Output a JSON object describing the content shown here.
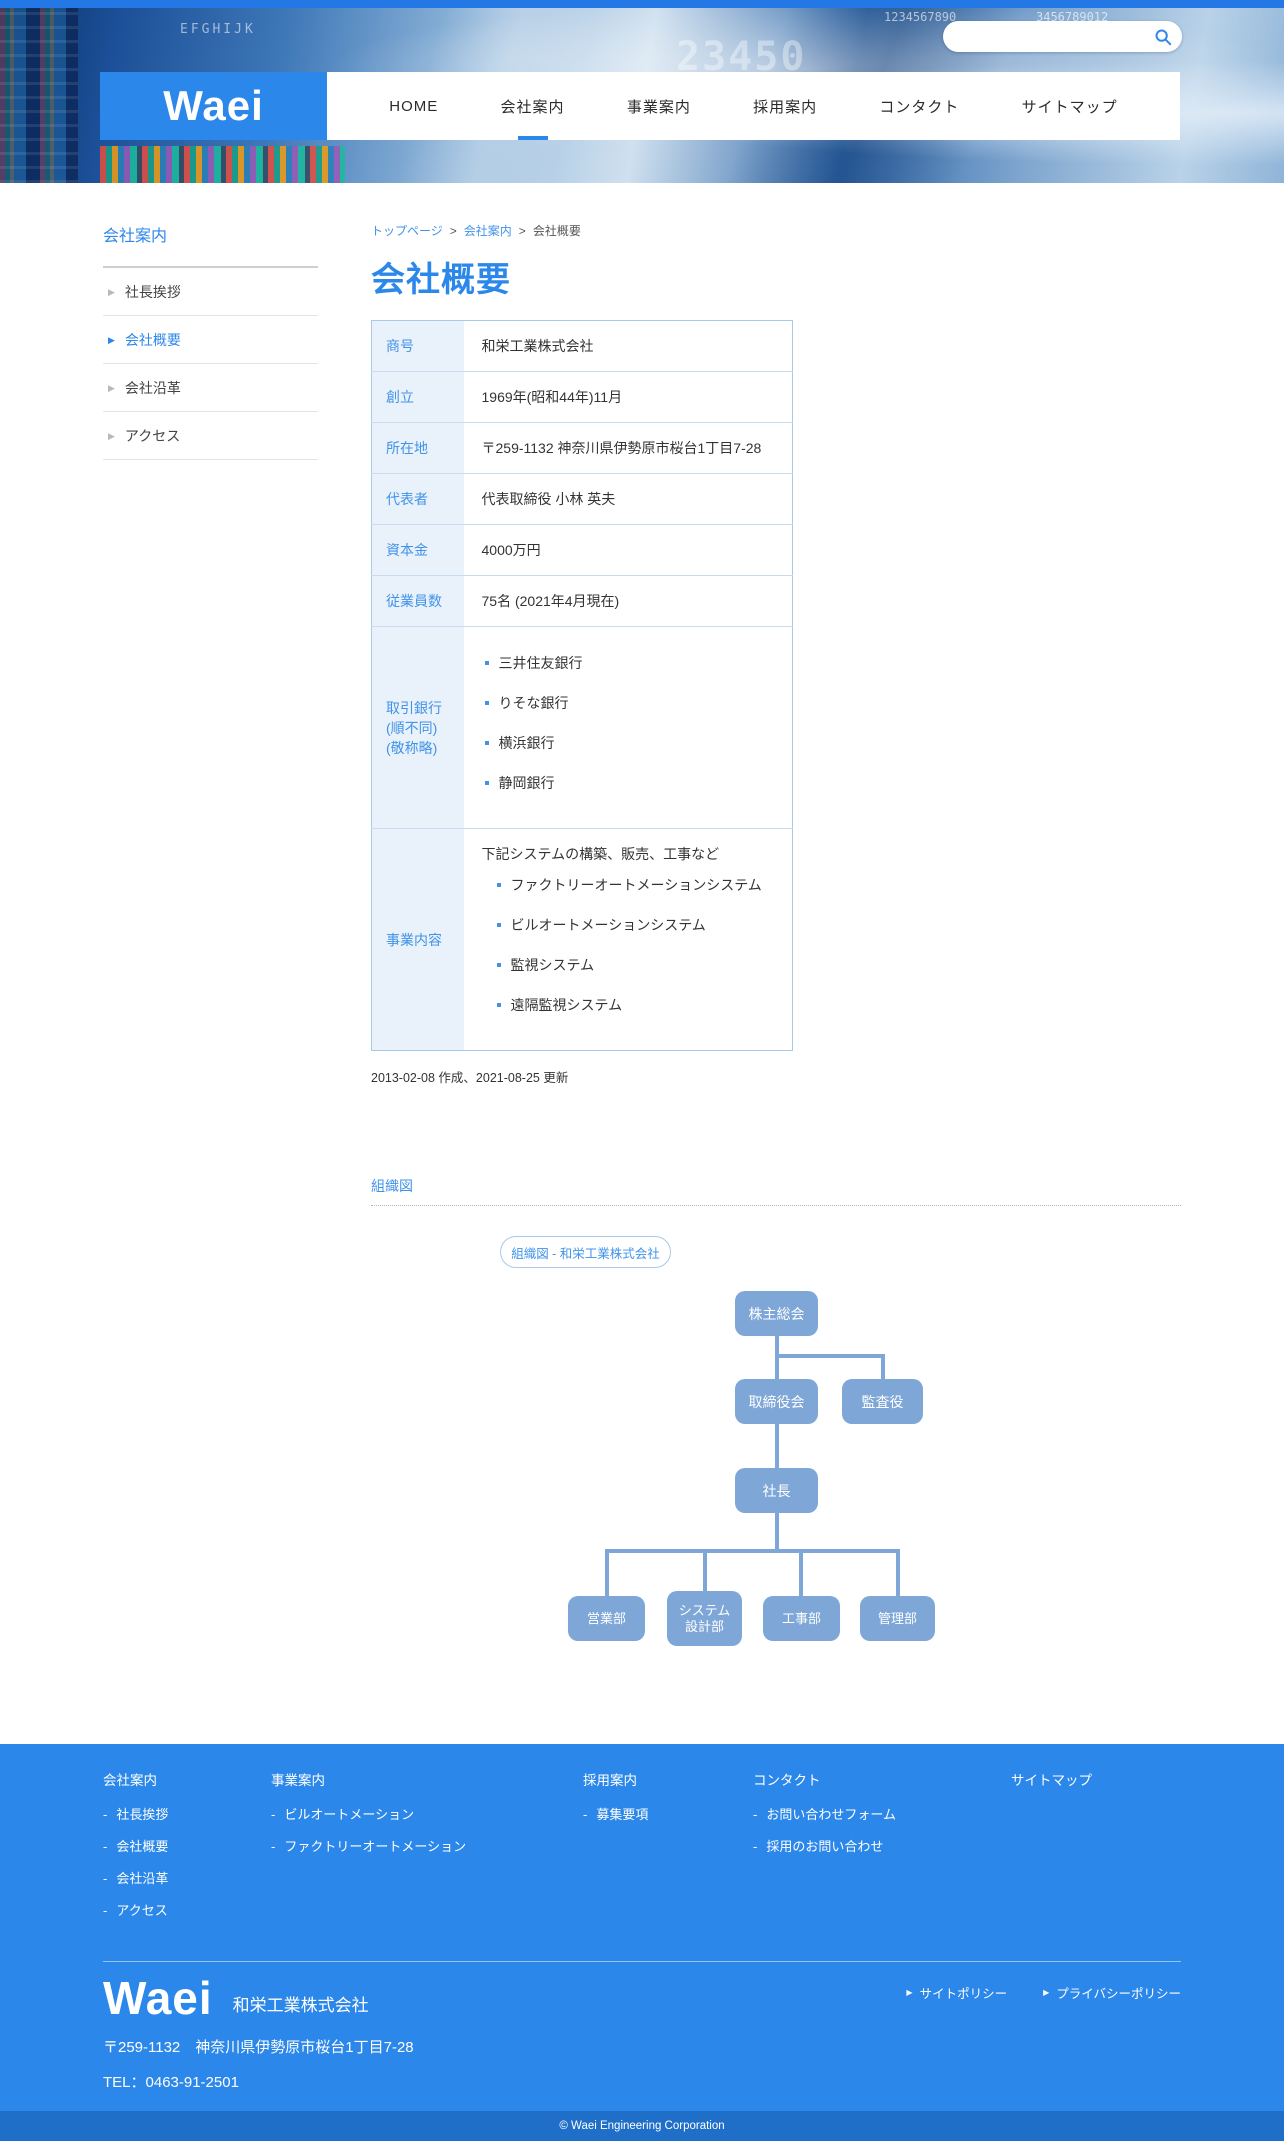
{
  "colors": {
    "accent": "#2b87ea",
    "link": "#4193e8",
    "org_box": "#7ea7d8",
    "footer_bg": "#2b87ea",
    "bottombar_bg": "#1f6fc9"
  },
  "hero": {
    "decor": [
      "EFGHIJK",
      "23450",
      "1234567890",
      "3456789012"
    ]
  },
  "header": {
    "logo": "Waei",
    "nav": [
      "HOME",
      "会社案内",
      "事業案内",
      "採用案内",
      "コンタクト",
      "サイトマップ"
    ],
    "search_placeholder": ""
  },
  "sidebar": {
    "title": "会社案内",
    "marker": "▶",
    "items": [
      "社長挨拶",
      "会社概要",
      "会社沿革",
      "アクセス"
    ]
  },
  "breadcrumb": {
    "sep": ">",
    "items": [
      "トップページ",
      "会社案内",
      "会社概要"
    ]
  },
  "page": {
    "title": "会社概要",
    "meta": "2013-02-08 作成、2021-08-25 更新"
  },
  "table": {
    "rows": [
      {
        "label": "商号",
        "value": "和栄工業株式会社"
      },
      {
        "label": "創立",
        "value": "1969年(昭和44年)11月"
      },
      {
        "label": "所在地",
        "value": "〒259-1132 神奈川県伊勢原市桜台1丁目7-28"
      },
      {
        "label": "代表者",
        "value": "代表取締役 小林 英夫"
      },
      {
        "label": "資本金",
        "value": "4000万円"
      },
      {
        "label": "従業員数",
        "value": "75名 (2021年4月現在)"
      }
    ],
    "banks_label": [
      "取引銀行",
      "(順不同)",
      "(敬称略)"
    ],
    "banks": [
      "三井住友銀行",
      "りそな銀行",
      "横浜銀行",
      "静岡銀行"
    ],
    "business_label": "事業内容",
    "business_intro": "下記システムの構築、販売、工事など",
    "business_items": [
      "ファクトリーオートメーションシステム",
      "ビルオートメーションシステム",
      "監視システム",
      "遠隔監視システム"
    ]
  },
  "org": {
    "section_title": "組織図",
    "chart_title": "組織図  - 和栄工業株式会社",
    "nodes": {
      "shareholders": "株主総会",
      "board": "取締役会",
      "auditor": "監査役",
      "president": "社長"
    },
    "depts": [
      {
        "line1": "営業部"
      },
      {
        "line1": "システム",
        "line2": "設計部"
      },
      {
        "line1": "工事部"
      },
      {
        "line1": "管理部"
      }
    ]
  },
  "footer": {
    "link_prefix": "-",
    "columns": [
      {
        "title": "会社案内",
        "links": [
          "社長挨拶",
          "会社概要",
          "会社沿革",
          "アクセス"
        ]
      },
      {
        "title": "事業案内",
        "links": [
          "ビルオートメーション",
          "ファクトリーオートメーション"
        ]
      },
      {
        "title": "採用案内",
        "links": [
          "募集要項"
        ]
      },
      {
        "title": "コンタクト",
        "links": [
          "お問い合わせフォーム",
          "採用のお問い合わせ"
        ]
      },
      {
        "title": "サイトマップ",
        "links": []
      }
    ],
    "logo": "Waei",
    "company": "和栄工業株式会社",
    "address": "〒259-1132　神奈川県伊勢原市桜台1丁目7-28",
    "tel": "TEL：0463-91-2501",
    "policy_marker": "▶",
    "policies": [
      "サイトポリシー",
      "プライバシーポリシー"
    ],
    "copyright": "© Waei Engineering Corporation"
  }
}
